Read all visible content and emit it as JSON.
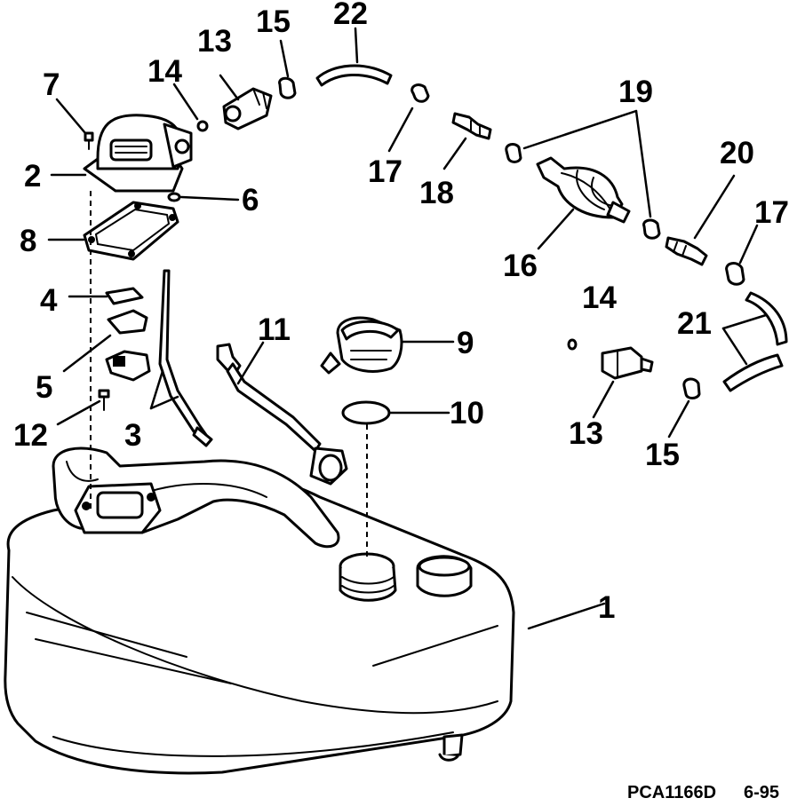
{
  "callouts": {
    "n1": "1",
    "n2": "2",
    "n3": "3",
    "n4": "4",
    "n5": "5",
    "n6": "6",
    "n7": "7",
    "n8": "8",
    "n9": "9",
    "n10": "10",
    "n11": "11",
    "n12": "12",
    "n13a": "13",
    "n13b": "13",
    "n14a": "14",
    "n14b": "14",
    "n15a": "15",
    "n15b": "15",
    "n16": "16",
    "n17a": "17",
    "n17b": "17",
    "n18": "18",
    "n19": "19",
    "n20": "20",
    "n21": "21",
    "n22": "22"
  },
  "footer": {
    "drawing_code": "PCA1166D",
    "date": "6-95"
  }
}
